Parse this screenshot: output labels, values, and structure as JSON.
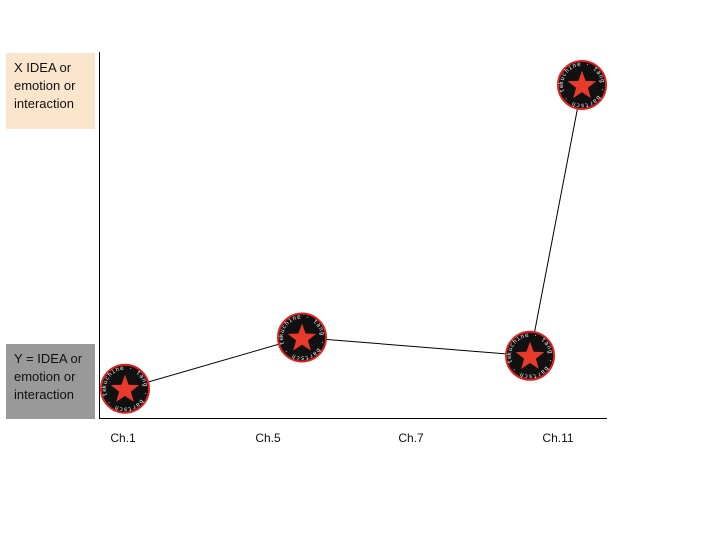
{
  "chart_data": {
    "type": "line",
    "categories": [
      "Ch.1",
      "Ch.5",
      "Ch.7",
      "Ch.11"
    ],
    "points": [
      {
        "category": "Ch.1",
        "value": 0.08
      },
      {
        "category": "Ch.5",
        "value": 0.22
      },
      {
        "category": "Ch.11",
        "value": 0.17
      },
      {
        "category": "Ch.11",
        "value": 0.91
      }
    ],
    "ylim": [
      0,
      1
    ],
    "grid": false,
    "marker": "red-star-badge-icon",
    "ylabel_top": "X IDEA or emotion or interaction",
    "ylabel_bottom": "Y = IDEA or emotion or interaction",
    "marker_ring_text": "kuchine · tang · bartsch · test",
    "colors": {
      "x_box": "#fce5cd",
      "y_box": "#999999",
      "marker_ring": "#e02020",
      "marker_star": "#e83a2a",
      "marker_bg": "#111111"
    }
  }
}
